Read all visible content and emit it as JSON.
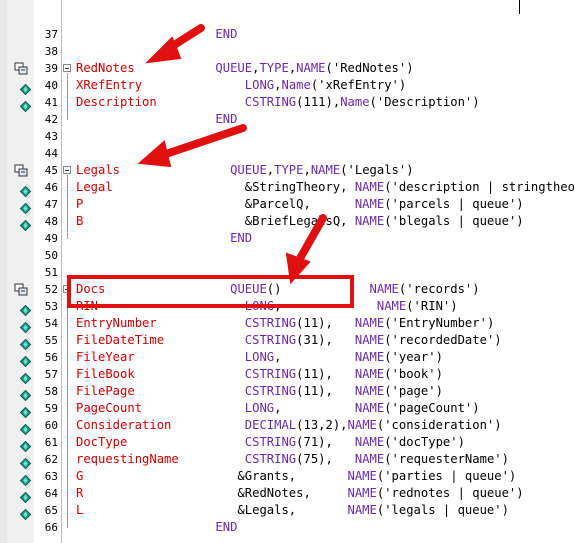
{
  "lines": [
    {
      "n": "37",
      "code": [
        {
          "t": "                   END",
          "c": "kw"
        }
      ]
    },
    {
      "n": "38",
      "code": []
    },
    {
      "n": "39",
      "icon": "db-object-icon",
      "fold": true,
      "code": [
        {
          "t": "RedNotes",
          "c": "red"
        },
        {
          "t": "           "
        },
        {
          "t": "QUEUE",
          "c": "kw"
        },
        {
          "t": ","
        },
        {
          "t": "TYPE",
          "c": "kw"
        },
        {
          "t": ","
        },
        {
          "t": "NAME",
          "c": "kw"
        },
        {
          "t": "('RedNotes')"
        }
      ]
    },
    {
      "n": "40",
      "icon": "field-icon",
      "code": [
        {
          "t": "XRefEntry",
          "c": "red"
        },
        {
          "t": "              "
        },
        {
          "t": "LONG",
          "c": "kw"
        },
        {
          "t": ","
        },
        {
          "t": "Name",
          "c": "kw"
        },
        {
          "t": "('xRefEntry')"
        }
      ]
    },
    {
      "n": "41",
      "icon": "field-icon",
      "code": [
        {
          "t": "Description",
          "c": "red"
        },
        {
          "t": "            "
        },
        {
          "t": "CSTRING",
          "c": "kw"
        },
        {
          "t": "(111),"
        },
        {
          "t": "Name",
          "c": "kw"
        },
        {
          "t": "('Description')"
        }
      ]
    },
    {
      "n": "42",
      "code": [
        {
          "t": "                   "
        },
        {
          "t": "END",
          "c": "kw"
        }
      ]
    },
    {
      "n": "43",
      "code": []
    },
    {
      "n": "44",
      "code": []
    },
    {
      "n": "45",
      "icon": "db-object-icon",
      "fold": true,
      "code": [
        {
          "t": "Legals",
          "c": "red"
        },
        {
          "t": "               "
        },
        {
          "t": "QUEUE",
          "c": "kw"
        },
        {
          "t": ","
        },
        {
          "t": "TYPE",
          "c": "kw"
        },
        {
          "t": ","
        },
        {
          "t": "NAME",
          "c": "kw"
        },
        {
          "t": "('Legals')"
        }
      ]
    },
    {
      "n": "46",
      "icon": "field-icon",
      "code": [
        {
          "t": "Legal",
          "c": "red"
        },
        {
          "t": "                  &StringTheory, "
        },
        {
          "t": "NAME",
          "c": "kw"
        },
        {
          "t": "('description | stringtheo"
        }
      ]
    },
    {
      "n": "47",
      "icon": "field-icon",
      "code": [
        {
          "t": "P",
          "c": "red"
        },
        {
          "t": "                      &ParcelQ,      "
        },
        {
          "t": "NAME",
          "c": "kw"
        },
        {
          "t": "('parcels | queue')"
        }
      ]
    },
    {
      "n": "48",
      "icon": "field-icon",
      "code": [
        {
          "t": "B",
          "c": "red"
        },
        {
          "t": "                      &BriefLegalsQ, "
        },
        {
          "t": "NAME",
          "c": "kw"
        },
        {
          "t": "('blegals | queue')"
        }
      ]
    },
    {
      "n": "49",
      "code": [
        {
          "t": "                     "
        },
        {
          "t": "END",
          "c": "kw"
        }
      ]
    },
    {
      "n": "50",
      "code": []
    },
    {
      "n": "51",
      "code": []
    },
    {
      "n": "52",
      "icon": "db-object-icon",
      "fold": true,
      "code": [
        {
          "t": "Docs",
          "c": "red"
        },
        {
          "t": "                 "
        },
        {
          "t": "QUEUE",
          "c": "kw"
        },
        {
          "t": "()            "
        },
        {
          "t": "NAME",
          "c": "kw"
        },
        {
          "t": "('records')"
        }
      ]
    },
    {
      "n": "53",
      "icon": "field-icon",
      "code": [
        {
          "t": "RIN",
          "c": "red"
        },
        {
          "t": "                    "
        },
        {
          "t": "LONG",
          "c": "kw"
        },
        {
          "t": ",             "
        },
        {
          "t": "NAME",
          "c": "kw"
        },
        {
          "t": "('RIN')"
        }
      ]
    },
    {
      "n": "54",
      "icon": "field-icon",
      "code": [
        {
          "t": "EntryNumber",
          "c": "red"
        },
        {
          "t": "            "
        },
        {
          "t": "CSTRING",
          "c": "kw"
        },
        {
          "t": "(11),   "
        },
        {
          "t": "NAME",
          "c": "kw"
        },
        {
          "t": "('EntryNumber')"
        }
      ]
    },
    {
      "n": "55",
      "icon": "field-icon",
      "code": [
        {
          "t": "FileDateTime",
          "c": "red"
        },
        {
          "t": "           "
        },
        {
          "t": "CSTRING",
          "c": "kw"
        },
        {
          "t": "(31),   "
        },
        {
          "t": "NAME",
          "c": "kw"
        },
        {
          "t": "('recordedDate')"
        }
      ]
    },
    {
      "n": "56",
      "icon": "field-icon",
      "code": [
        {
          "t": "FileYear",
          "c": "red"
        },
        {
          "t": "               "
        },
        {
          "t": "LONG",
          "c": "kw"
        },
        {
          "t": ",          "
        },
        {
          "t": "NAME",
          "c": "kw"
        },
        {
          "t": "('year')"
        }
      ]
    },
    {
      "n": "57",
      "icon": "field-icon",
      "code": [
        {
          "t": "FileBook",
          "c": "red"
        },
        {
          "t": "               "
        },
        {
          "t": "CSTRING",
          "c": "kw"
        },
        {
          "t": "(11),   "
        },
        {
          "t": "NAME",
          "c": "kw"
        },
        {
          "t": "('book')"
        }
      ]
    },
    {
      "n": "58",
      "icon": "field-icon",
      "code": [
        {
          "t": "FilePage",
          "c": "red"
        },
        {
          "t": "               "
        },
        {
          "t": "CSTRING",
          "c": "kw"
        },
        {
          "t": "(11),   "
        },
        {
          "t": "NAME",
          "c": "kw"
        },
        {
          "t": "('page')"
        }
      ]
    },
    {
      "n": "59",
      "icon": "field-icon",
      "code": [
        {
          "t": "PageCount",
          "c": "red"
        },
        {
          "t": "              "
        },
        {
          "t": "LONG",
          "c": "kw"
        },
        {
          "t": ",          "
        },
        {
          "t": "NAME",
          "c": "kw"
        },
        {
          "t": "('pageCount')"
        }
      ]
    },
    {
      "n": "60",
      "icon": "field-icon",
      "code": [
        {
          "t": "Consideration",
          "c": "red"
        },
        {
          "t": "          "
        },
        {
          "t": "DECIMAL",
          "c": "kw"
        },
        {
          "t": "(13,2),"
        },
        {
          "t": "NAME",
          "c": "kw"
        },
        {
          "t": "('consideration')"
        }
      ]
    },
    {
      "n": "61",
      "icon": "field-icon",
      "code": [
        {
          "t": "DocType",
          "c": "red"
        },
        {
          "t": "                "
        },
        {
          "t": "CSTRING",
          "c": "kw"
        },
        {
          "t": "(71),   "
        },
        {
          "t": "NAME",
          "c": "kw"
        },
        {
          "t": "('docType')"
        }
      ]
    },
    {
      "n": "62",
      "icon": "field-icon",
      "code": [
        {
          "t": "requestingName",
          "c": "red"
        },
        {
          "t": "         "
        },
        {
          "t": "CSTRING",
          "c": "kw"
        },
        {
          "t": "(75),   "
        },
        {
          "t": "NAME",
          "c": "kw"
        },
        {
          "t": "('requesterName')"
        }
      ]
    },
    {
      "n": "63",
      "icon": "field-icon",
      "code": [
        {
          "t": "G",
          "c": "red"
        },
        {
          "t": "                     &Grants,       "
        },
        {
          "t": "NAME",
          "c": "kw"
        },
        {
          "t": "('parties | queue')"
        }
      ]
    },
    {
      "n": "64",
      "icon": "field-icon",
      "code": [
        {
          "t": "R",
          "c": "red"
        },
        {
          "t": "                     &RedNotes,     "
        },
        {
          "t": "NAME",
          "c": "kw"
        },
        {
          "t": "('rednotes | queue')"
        }
      ]
    },
    {
      "n": "65",
      "icon": "field-icon",
      "code": [
        {
          "t": "L",
          "c": "red"
        },
        {
          "t": "                     &Legals,       "
        },
        {
          "t": "NAME",
          "c": "kw"
        },
        {
          "t": "('legals | queue')"
        }
      ]
    },
    {
      "n": "66",
      "code": [
        {
          "t": "                   "
        },
        {
          "t": "END",
          "c": "kw"
        }
      ]
    }
  ],
  "colors": {
    "accent": "#e01010",
    "identifier": "#cc0000",
    "keyword": "#6a2ab0",
    "text": "#000000"
  }
}
